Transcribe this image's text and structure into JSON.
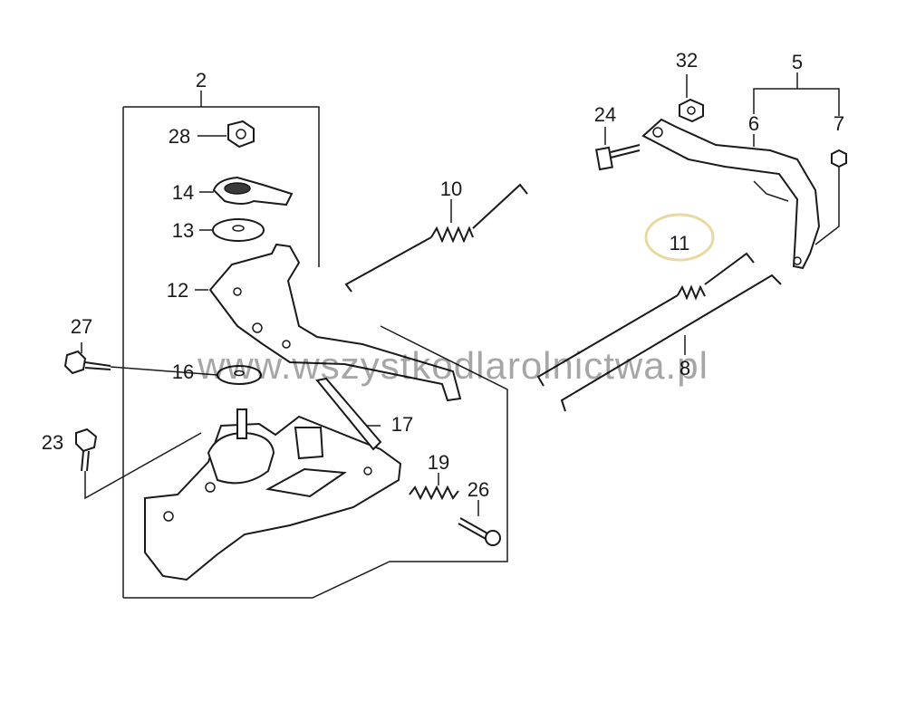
{
  "diagram": {
    "labels": {
      "p2": "2",
      "p5": "5",
      "p6": "6",
      "p7": "7",
      "p8": "8",
      "p10": "10",
      "p11": "11",
      "p12": "12",
      "p13": "13",
      "p14": "14",
      "p16": "16",
      "p17": "17",
      "p19": "19",
      "p23": "23",
      "p24": "24",
      "p26": "26",
      "p27": "27",
      "p28": "28",
      "p32": "32"
    },
    "highlighted_part": "11",
    "highlight_color": "#e8d9a0",
    "watermark": "www.wszystkodlarolnictwa.pl"
  }
}
